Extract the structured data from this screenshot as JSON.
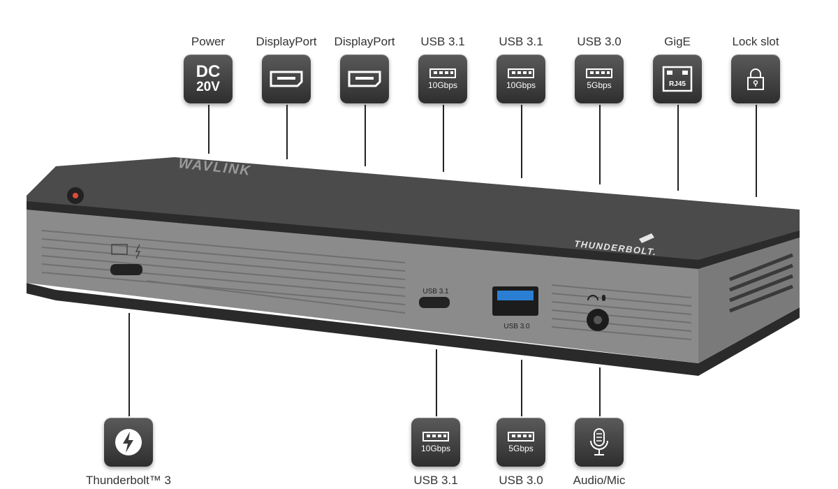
{
  "brand": "WAVLINK",
  "thunderbolt_logo": "THUNDERBOLT",
  "top_ports": [
    {
      "label": "Power",
      "icon": "dc-power-icon",
      "line1": "DC",
      "line2": "20V"
    },
    {
      "label": "DisplayPort",
      "icon": "displayport-icon"
    },
    {
      "label": "DisplayPort",
      "icon": "displayport-icon"
    },
    {
      "label": "USB 3.1",
      "icon": "usb-a-icon",
      "speed": "10Gbps"
    },
    {
      "label": "USB 3.1",
      "icon": "usb-a-icon",
      "speed": "10Gbps"
    },
    {
      "label": "USB 3.0",
      "icon": "usb-a-icon",
      "speed": "5Gbps"
    },
    {
      "label": "GigE",
      "icon": "ethernet-icon",
      "jack": "RJ45"
    },
    {
      "label": "Lock slot",
      "icon": "lock-icon"
    }
  ],
  "bottom_ports": [
    {
      "label": "Thunderbolt™ 3",
      "icon": "thunderbolt-icon"
    },
    {
      "label": "USB 3.1",
      "icon": "usb-a-icon",
      "speed": "10Gbps"
    },
    {
      "label": "USB 3.0",
      "icon": "usb-a-icon",
      "speed": "5Gbps"
    },
    {
      "label": "Audio/Mic",
      "icon": "microphone-icon"
    }
  ],
  "device_port_labels": {
    "usb31": "USB 3.1",
    "usb30": "USB 3.0"
  },
  "colors": {
    "tile": "#3c3c3c",
    "body_top": "#4a4a4a",
    "body_side": "#8a8a8a",
    "usb30_blue": "#2a7fd4",
    "power_led": "#e04a3a"
  }
}
